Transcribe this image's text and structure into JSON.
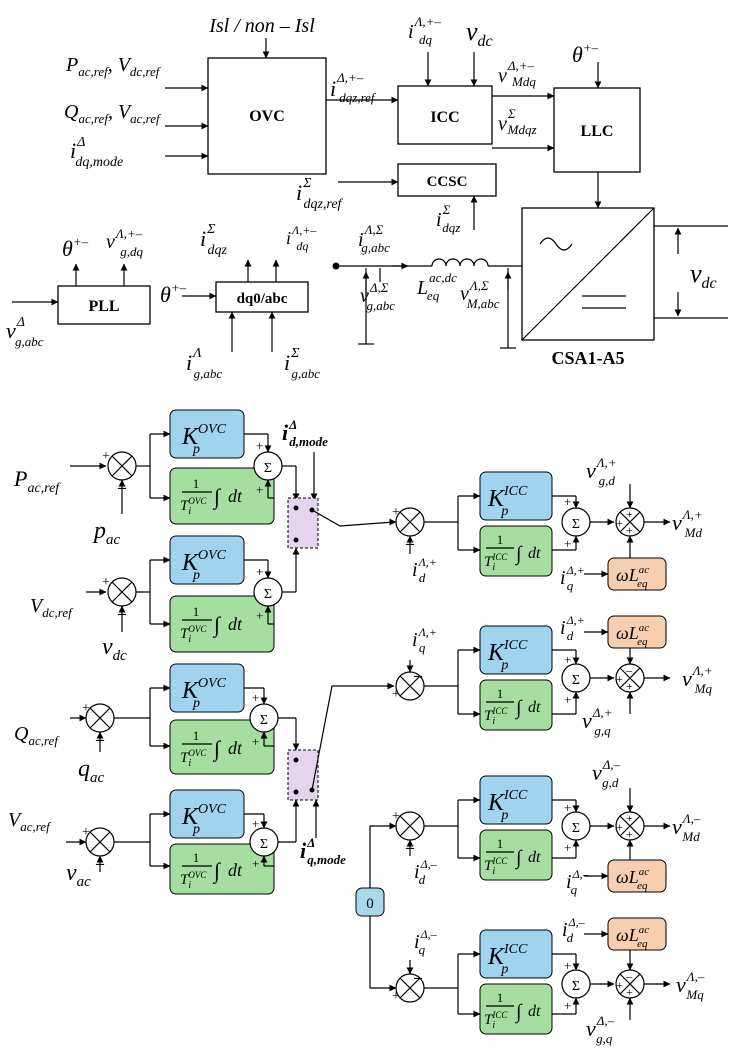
{
  "blocks": {
    "ovc": "OVC",
    "icc": "ICC",
    "llc": "LLC",
    "ccsc": "CCSC",
    "pll": "PLL",
    "dq0abc": "dq0/abc",
    "converter": "CSA1-A5"
  },
  "labels": {
    "isl": "Isl / non – Isl",
    "p_ref": "P",
    "p_ref_sub": "ac,ref",
    "vdc_ref": "V",
    "vdc_ref_sub": "dc,ref",
    "q_ref": "Q",
    "q_ref_sub": "ac,ref",
    "vac_ref": "V",
    "vac_ref_sub": "ac,ref",
    "i": "i",
    "v": "v",
    "theta": "θ",
    "omega_l": "ωL",
    "delta": "Δ",
    "sigma": "Σ",
    "lambda": "Λ",
    "pm": "+–",
    "sub_dq_mode": "dq,mode",
    "sub_dqz_ref": "dqz,ref",
    "sub_dq": "dq",
    "sub_dqz": "dqz",
    "sub_dc": "dc",
    "sub_mdq": "Mdq",
    "sub_mdqz": "Mdqz",
    "sub_gdq": "g,dq",
    "sub_gabc": "g,abc",
    "sub_mabc": "M,abc",
    "sub_eq": "eq",
    "sup_acdc": "ac,dc",
    "sup_ac": "ac",
    "sup_lsig": "Λ,Σ",
    "sup_dsig": "Δ,Σ",
    "sup_lpm": "Λ,+–",
    "sup_dpm": "Δ,+–",
    "l_eq": "L",
    "kp": "K",
    "sub_p": "p",
    "sup_ovc": "OVC",
    "sup_icc": "ICC",
    "one": "1",
    "t_i": "T",
    "sub_i": "i",
    "integral": "∫",
    "dt": "dt",
    "p_ac": "p",
    "sub_ac": "ac",
    "v_dc": "v",
    "q_ac": "q",
    "v_ac": "v",
    "i_dmode": "i",
    "sup_dmode": "Δ",
    "sub_dmode": "d,mode",
    "i_qmode": "i",
    "sub_qmode": "q,mode",
    "sub_d": "d",
    "sub_q": "q",
    "sub_gd": "g,d",
    "sub_gq": "g,q",
    "sub_md": "Md",
    "sub_mq": "Mq",
    "sup_lp": "Λ,+",
    "sup_dp": "Δ,+",
    "sup_lm": "Λ,–",
    "sup_dm": "Δ,–",
    "plus": "+",
    "minus": "–",
    "zero": "0"
  }
}
